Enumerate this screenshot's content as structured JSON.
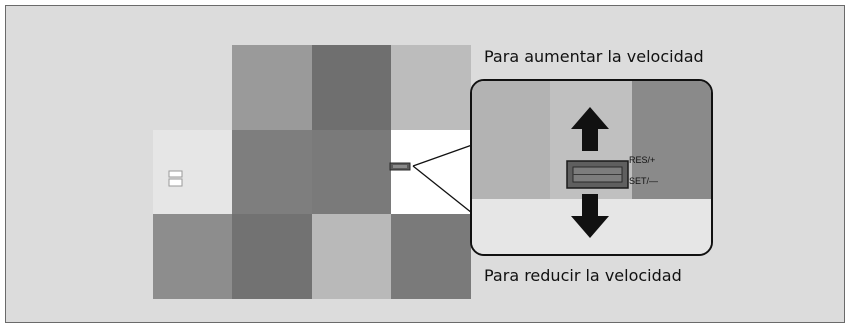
{
  "labels": {
    "increase": "Para aumentar la velocidad",
    "decrease": "Para reducir la velocidad"
  },
  "switch": {
    "upper": "RES/+",
    "lower": "SET/—"
  },
  "icons": {
    "up": "arrow-up-icon",
    "down": "arrow-down-icon"
  },
  "colors": {
    "background": "#dcdcdc",
    "arrow": "#111111",
    "highlight": "#ffffff"
  }
}
